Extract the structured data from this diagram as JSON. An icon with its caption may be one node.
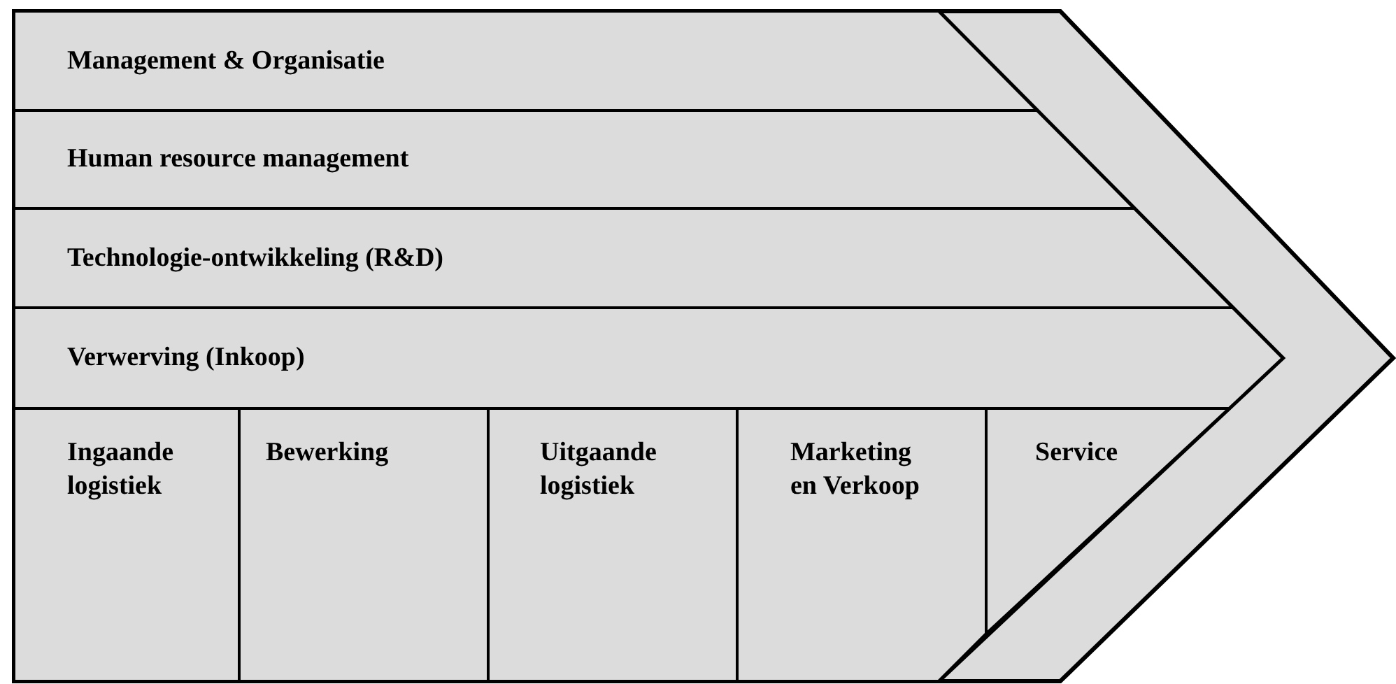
{
  "diagram": {
    "nodes": [
      {
        "text": [
          "Management & Organisatie"
        ]
      },
      {
        "text": [
          "Human resource management"
        ]
      },
      {
        "text": [
          "Technologie-ontwikkeling (R&D)"
        ]
      },
      {
        "text": [
          "Verwerving (Inkoop)"
        ]
      },
      {
        "text": [
          "Ingaande logistiek"
        ]
      },
      {
        "text": [
          "Bewerking"
        ]
      },
      {
        "text": [
          "Uitgaande logistiek"
        ]
      },
      {
        "text": [
          "Marketing en Verkoop"
        ]
      },
      {
        "text": [
          "Service"
        ]
      }
    ]
  }
}
